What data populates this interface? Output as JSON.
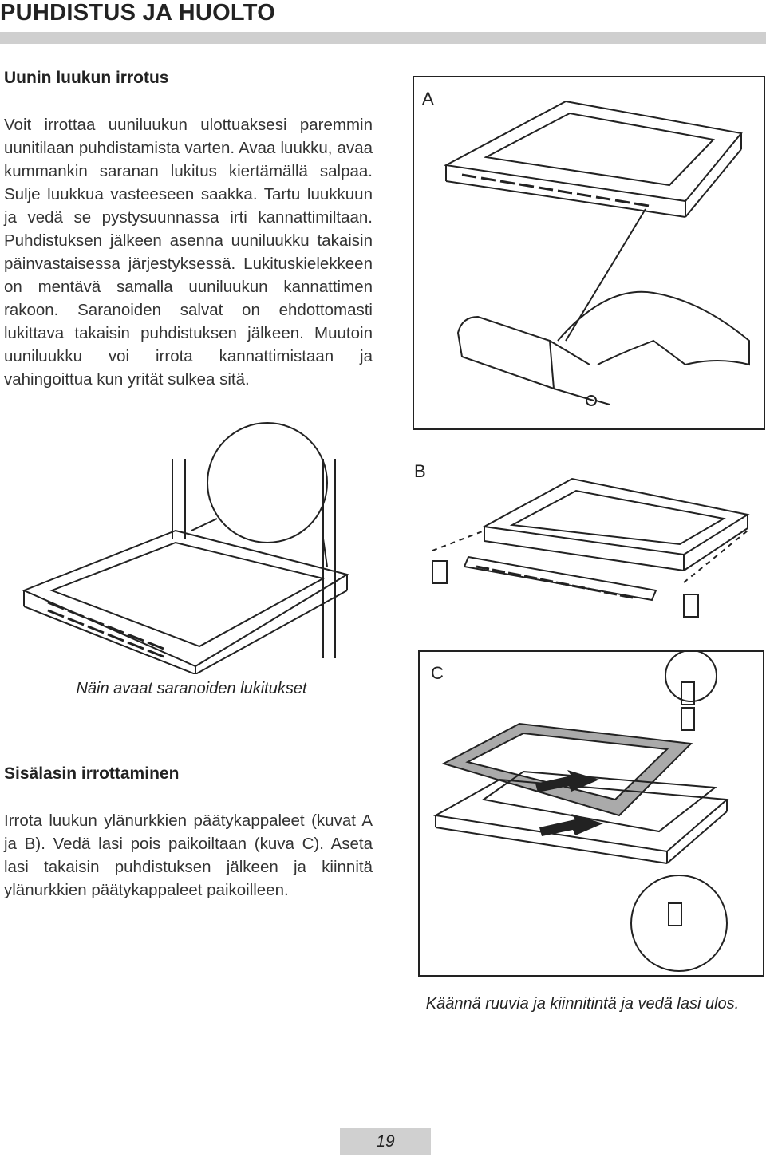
{
  "page": {
    "title": "PUHDISTUS JA HUOLTO",
    "number": "19"
  },
  "section1": {
    "heading": "Uunin luukun irrotus",
    "body": "Voit irrottaa uuniluukun ulottuaksesi paremmin uunitilaan puhdistamista varten. Avaa luukku, avaa kummankin saranan lukitus kiertämällä salpaa. Sulje luukkua vasteeseen saakka. Tartu luukkuun ja vedä se pystysuunnassa irti kannattimiltaan. Puhdistuksen jälkeen asenna uuniluukku takaisin päinvastaisessa järjestyksessä. Lukituskielekkeen on mentävä samalla uuniluukun kannattimen rakoon. Saranoiden salvat on ehdottomasti lukittava takaisin puhdistuksen jälkeen. Muutoin uuniluukku voi irrota kannattimistaan ja vahingoittua kun yrität sulkea sitä."
  },
  "section2": {
    "heading": "Sisälasin irrottaminen",
    "body": "Irrota luukun ylänurkkien päätykappaleet (kuvat A ja B). Vedä lasi pois paikoiltaan (kuva C). Aseta lasi takaisin puhdistuksen jälkeen ja kiinnitä ylänurkkien päätykappaleet paikoilleen."
  },
  "figures": {
    "hinge_caption": "Näin avaat saranoiden lukitukset",
    "a_label": "A",
    "b_label": "B",
    "c_label": "C",
    "right_caption": "Käännä ruuvia ja kiinnitintä ja vedä lasi ulos."
  }
}
